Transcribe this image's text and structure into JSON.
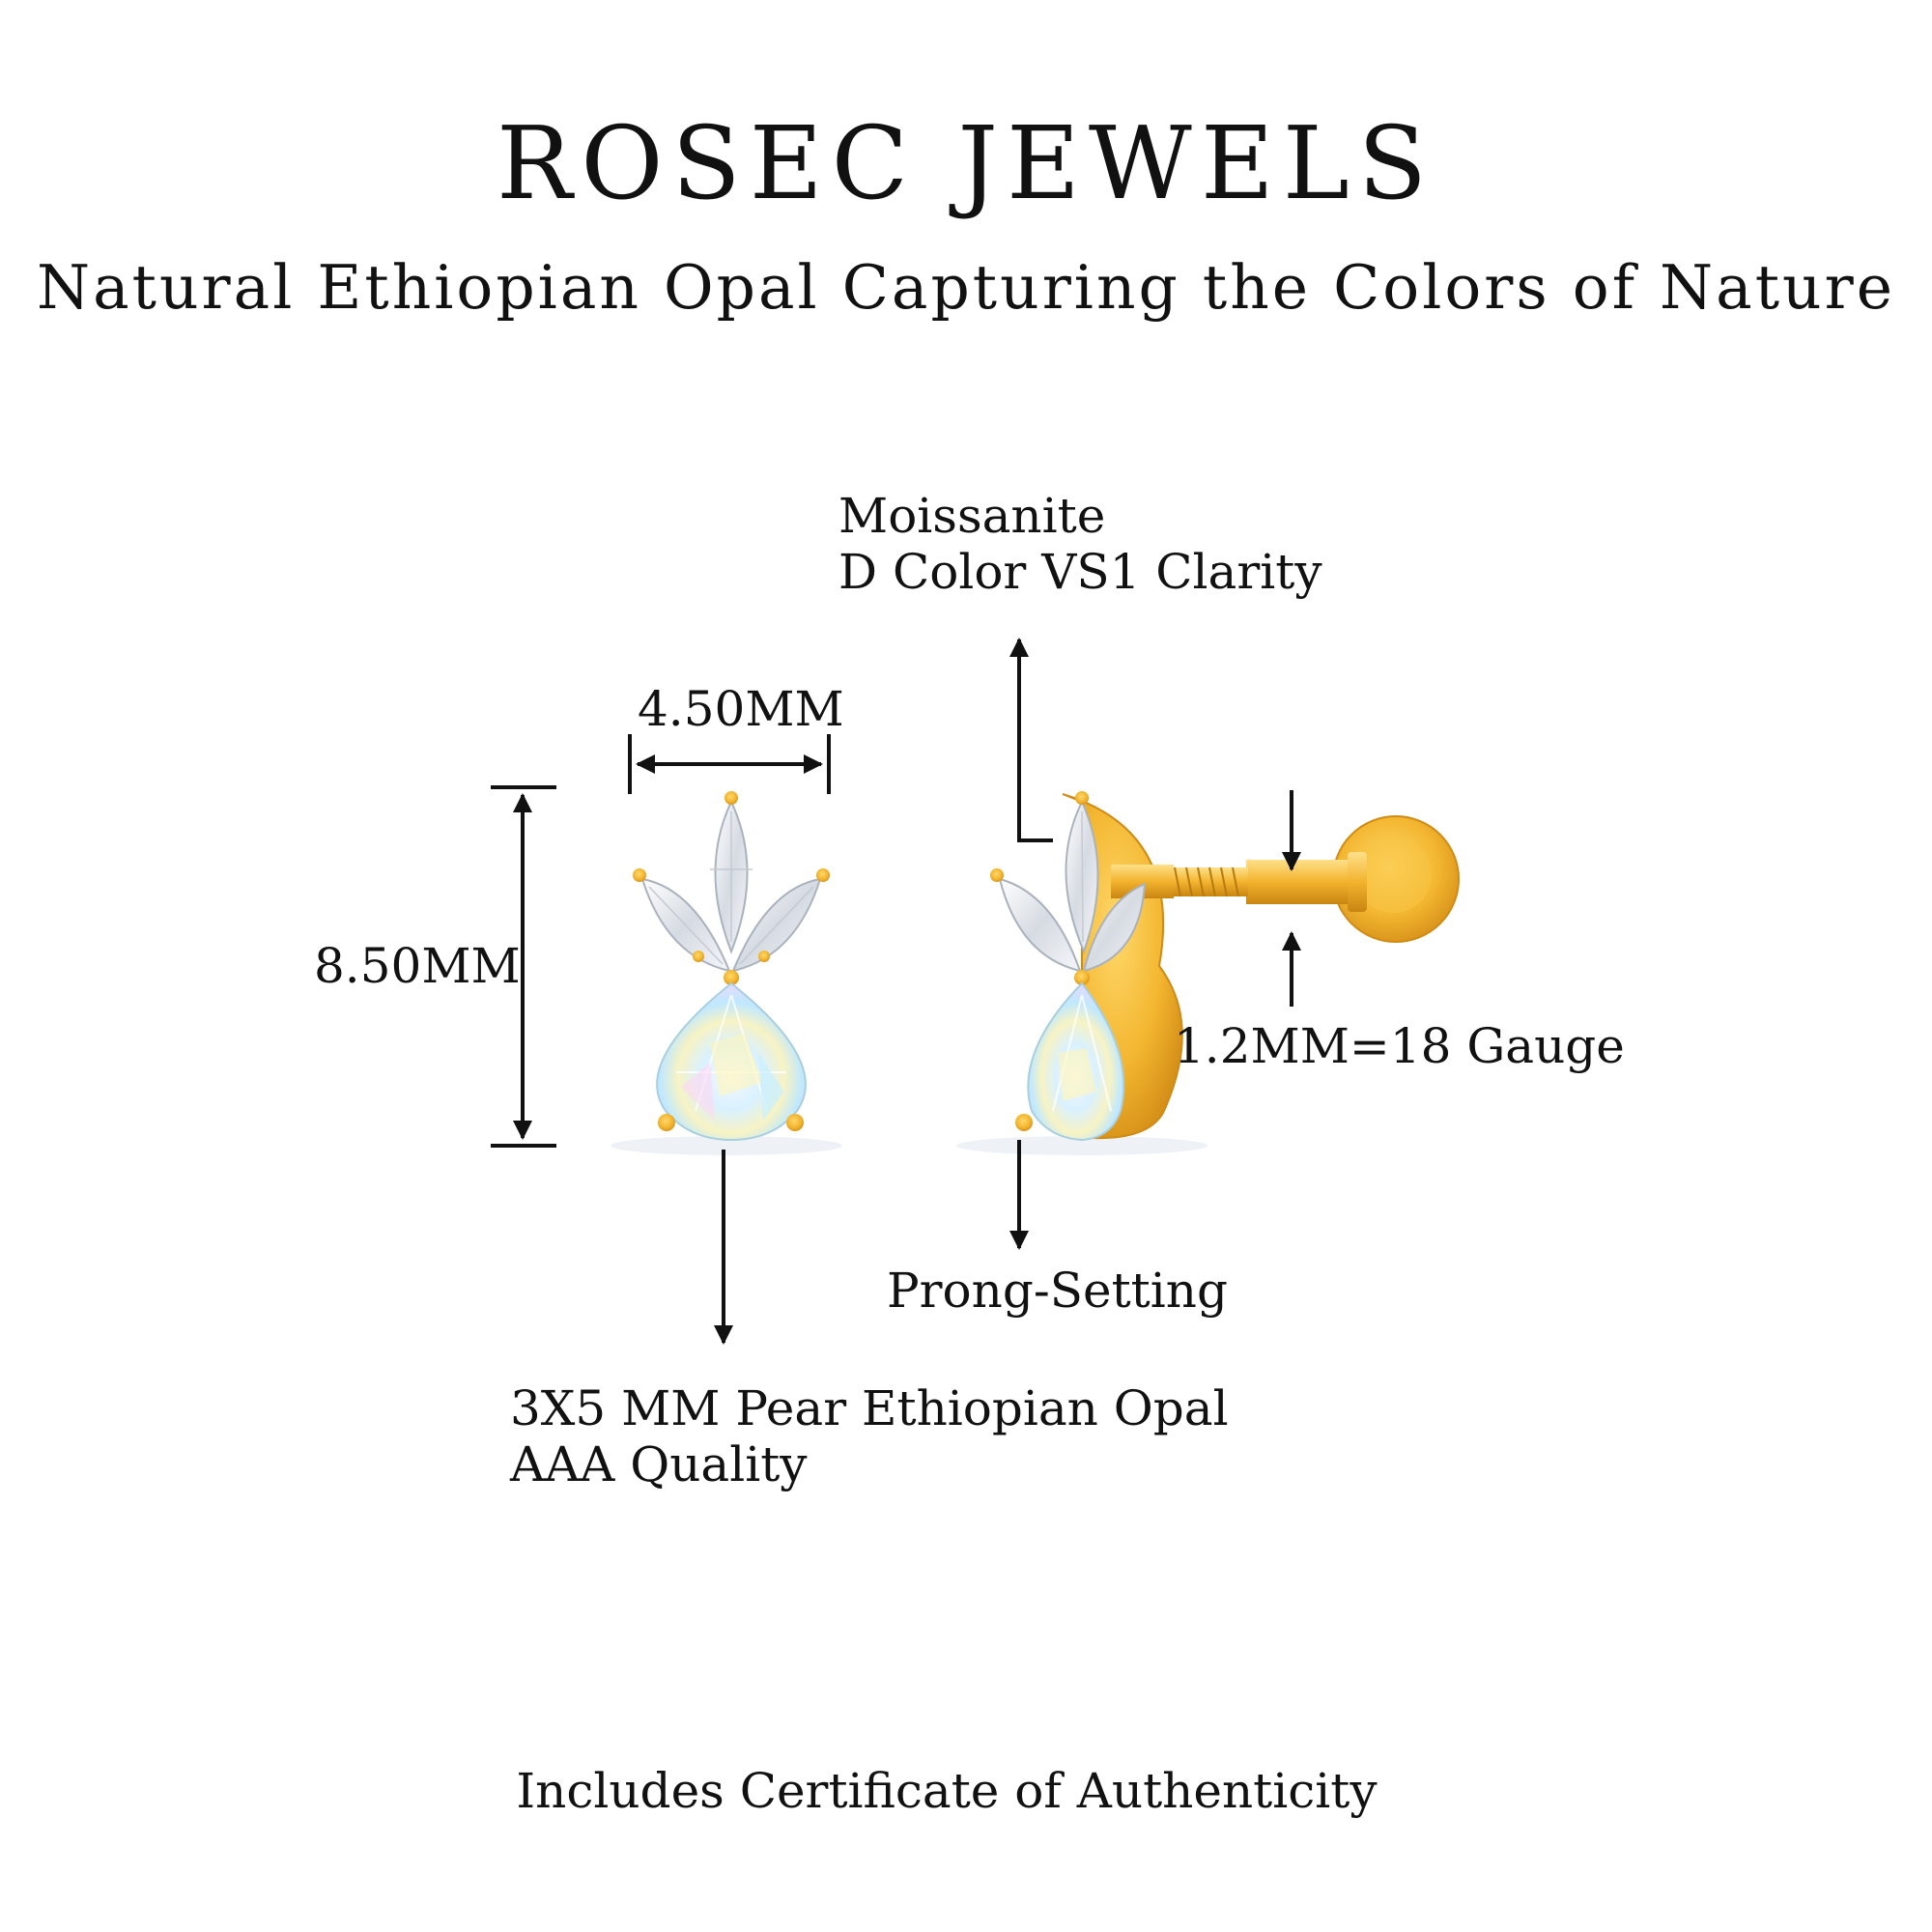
{
  "brand": "ROSEC JEWELS",
  "tagline": "Natural Ethiopian Opal Capturing the Colors of Nature",
  "dimensions": {
    "width": "4.50MM",
    "height": "8.50MM",
    "gauge": "1.2MM=18 Gauge"
  },
  "callouts": {
    "moissanite": {
      "line1": "Moissanite",
      "line2": "D Color VS1 Clarity"
    },
    "setting": "Prong-Setting",
    "opal": {
      "line1": "3X5 MM Pear Ethiopian Opal",
      "line2": "AAA Quality"
    }
  },
  "footer": "Includes Certificate of Authenticity",
  "colors": {
    "gold": "#f0b52c",
    "gold_dark": "#d9951a",
    "text": "#111111",
    "background": "#ffffff"
  }
}
